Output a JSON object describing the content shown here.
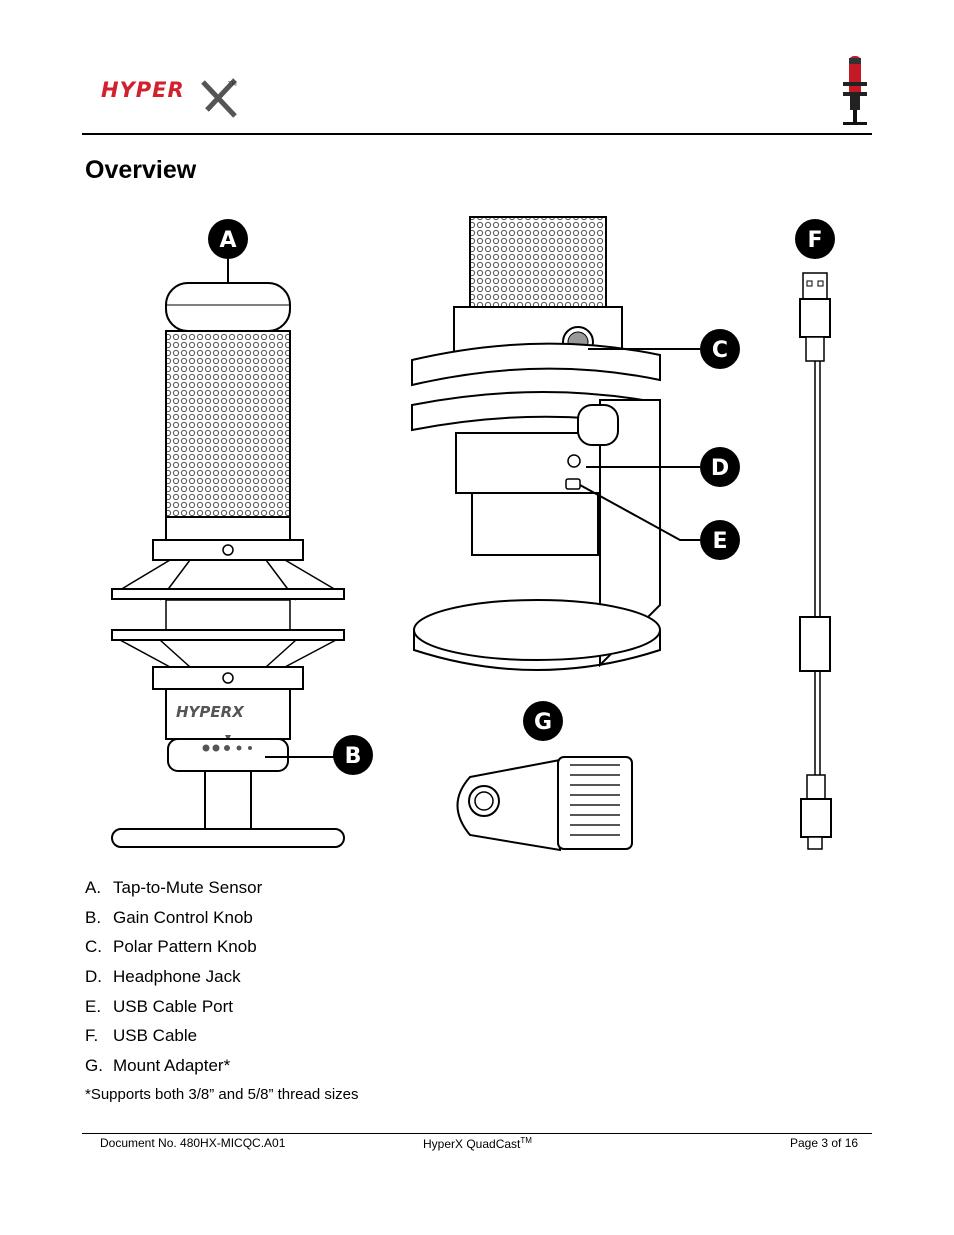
{
  "header": {
    "logo_alt": "HyperX logo",
    "product_image": "microphone-thumbnail"
  },
  "page_title": "Overview",
  "diagram": {
    "callouts": [
      "A",
      "B",
      "C",
      "D",
      "E",
      "F",
      "G"
    ],
    "mic_logo_text": "HYPERX"
  },
  "parts": [
    {
      "letter": "A.",
      "label": "Tap-to-Mute Sensor"
    },
    {
      "letter": "B.",
      "label": "Gain Control Knob"
    },
    {
      "letter": "C.",
      "label": "Polar Pattern Knob"
    },
    {
      "letter": "D.",
      "label": "Headphone Jack"
    },
    {
      "letter": "E.",
      "label": "USB Cable Port"
    },
    {
      "letter": "F.",
      "label": "USB Cable"
    },
    {
      "letter": "G.",
      "label": "Mount Adapter*"
    }
  ],
  "footnote": "*Supports both 3/8” and 5/8” thread sizes",
  "footer": {
    "document_no": "Document No. 480HX-MICQC.A01",
    "product": "HyperX QuadCast",
    "product_sup": "TM",
    "page": "Page 3 of 16"
  },
  "colors": {
    "brand_red": "#d2202e",
    "ink": "#000000",
    "pattern_grey": "#555555"
  }
}
